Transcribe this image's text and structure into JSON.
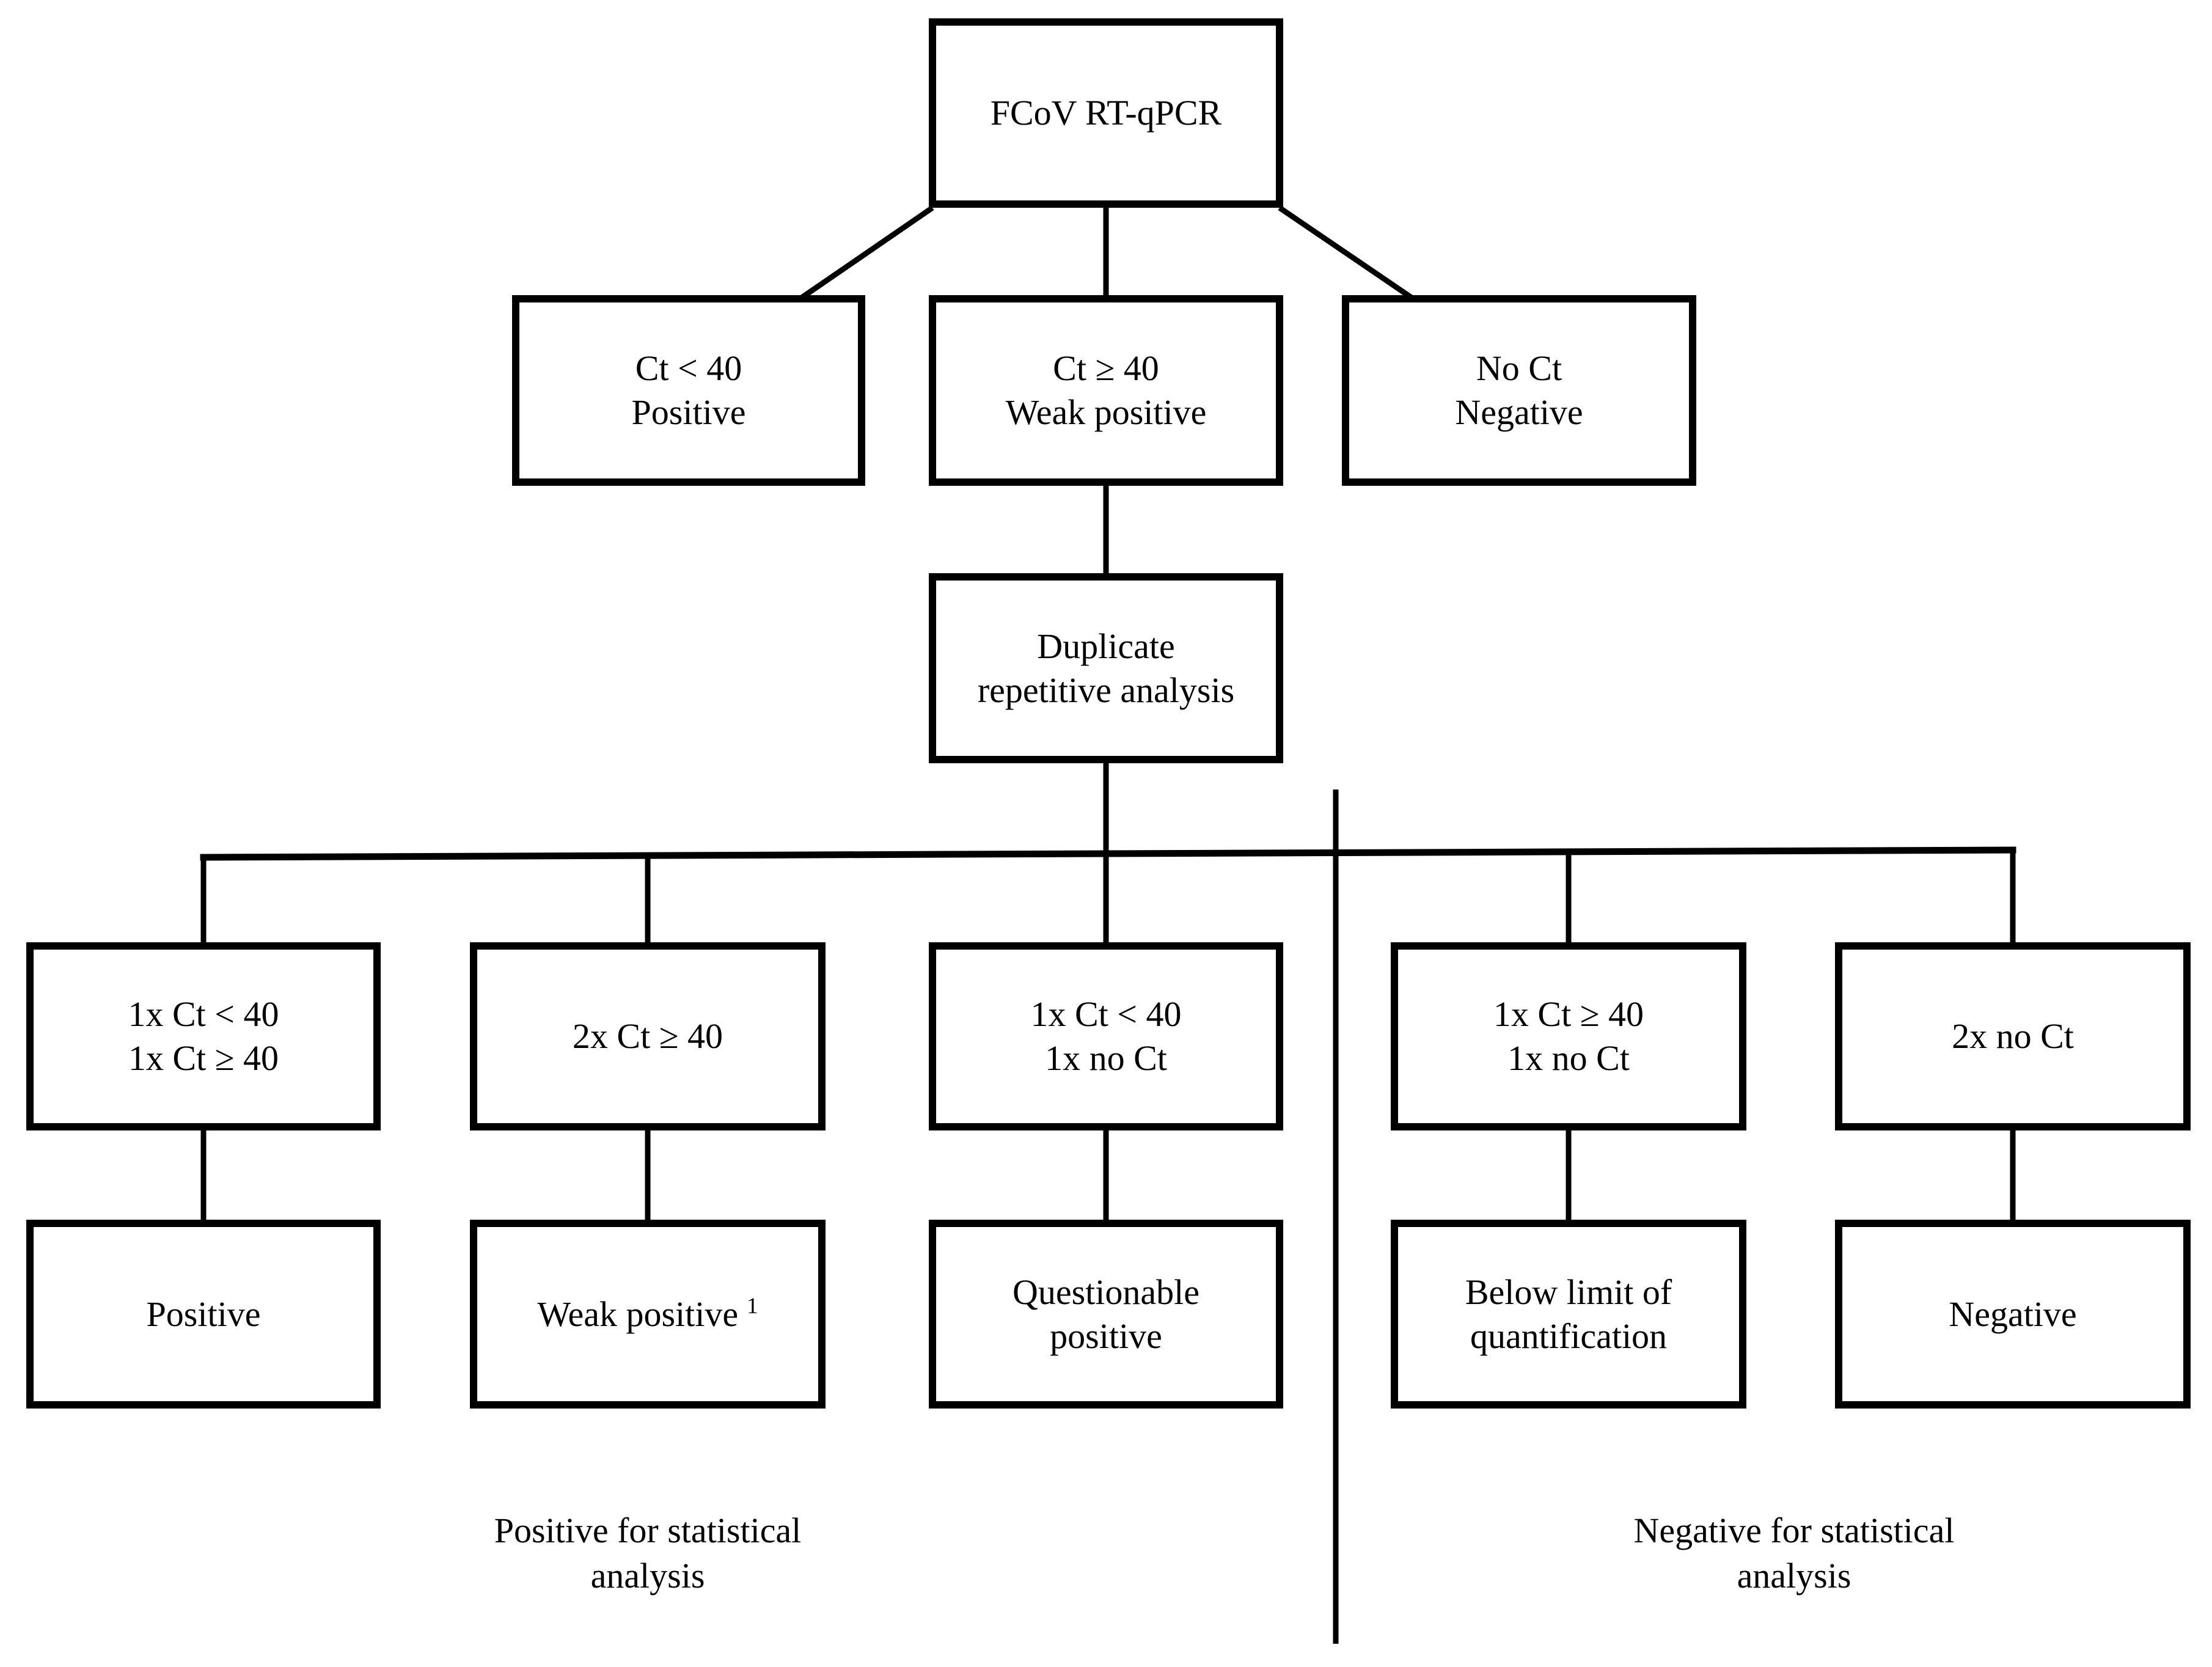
{
  "flowchart": {
    "root": {
      "label": "FCoV RT-qPCR"
    },
    "first_run": {
      "positive": {
        "line1": "Ct < 40",
        "line2": "Positive"
      },
      "weak_positive": {
        "line1": "Ct ≥ 40",
        "line2": "Weak positive"
      },
      "negative": {
        "line1": "No Ct",
        "line2": "Negative"
      }
    },
    "duplicate_analysis": {
      "line1": "Duplicate",
      "line2": "repetitive analysis"
    },
    "repeat_conditions": {
      "one_pos_one_weak": {
        "line1": "1x Ct < 40",
        "line2": "1x Ct ≥ 40"
      },
      "two_weak": {
        "line1": "2x Ct ≥ 40"
      },
      "one_pos_one_none": {
        "line1": "1x Ct < 40",
        "line2": "1x no Ct"
      },
      "one_weak_one_none": {
        "line1": "1x Ct ≥ 40",
        "line2": "1x no Ct"
      },
      "two_none": {
        "line1": "2x no Ct"
      }
    },
    "repeat_results": {
      "positive": {
        "label": "Positive",
        "footnote": ""
      },
      "weak_positive": {
        "label": "Weak positive",
        "footnote": "1"
      },
      "questionable": {
        "line1": "Questionable",
        "line2": "positive"
      },
      "below_loq": {
        "line1": "Below limit of",
        "line2": "quantification"
      },
      "negative": {
        "label": "Negative",
        "footnote": ""
      }
    },
    "group_labels": {
      "positive": {
        "line1": "Positive for statistical",
        "line2": "analysis"
      },
      "negative": {
        "line1": "Negative for statistical",
        "line2": "analysis"
      }
    },
    "colors": {
      "line": "#000000",
      "background": "#ffffff",
      "text": "#000000"
    }
  }
}
